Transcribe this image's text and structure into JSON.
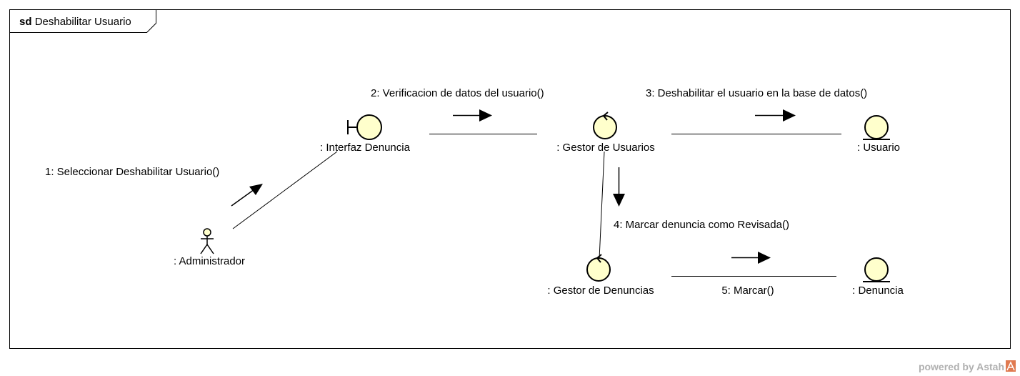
{
  "frame": {
    "keyword": "sd",
    "name": "Deshabilitar Usuario"
  },
  "objects": {
    "administrador": ": Administrador",
    "interfaz": ": Interfaz Denuncia",
    "gestor_usuarios": ": Gestor de Usuarios",
    "usuario": ": Usuario",
    "gestor_denuncias": ": Gestor de Denuncias",
    "denuncia": ": Denuncia"
  },
  "messages": {
    "m1": "1: Seleccionar Deshabilitar Usuario()",
    "m2": "2: Verificacion de datos del usuario()",
    "m3": "3: Deshabilitar el usuario en la base de datos()",
    "m4": "4: Marcar denuncia como Revisada()",
    "m5": "5: Marcar()"
  },
  "watermark": {
    "text": "powered by Astah",
    "logo": "astah-logo-icon"
  },
  "colors": {
    "object_fill": "#ffffcc",
    "stroke": "#000000",
    "watermark_logo": "#e07a50"
  }
}
